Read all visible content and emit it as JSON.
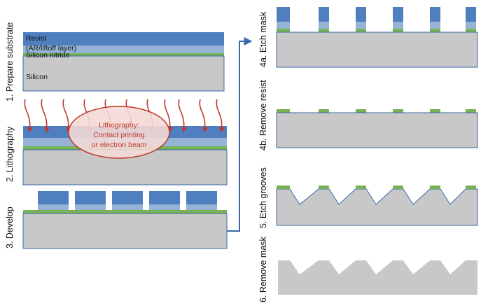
{
  "steps": {
    "s1": "1. Prepare substrate",
    "s2": "2. Lithography",
    "s3": "3. Develop",
    "s4a": "4a. Etch mask",
    "s4b": "4b. Remove resist",
    "s5": "5. Etch grooves",
    "s6": "6. Remove mask"
  },
  "layers": {
    "resist": "Resist",
    "ar": "(AR/liftoff layer)",
    "nitride": "Silicon nitride",
    "silicon": "Silicon"
  },
  "callout": {
    "line1": "Lithography:",
    "line2": "Contact printing",
    "line3": "or electron beam"
  },
  "colors": {
    "resist": "#4f7fbf",
    "ar": "#95b3d7",
    "nitride": "#77b255",
    "silicon": "#c8c8c8",
    "outline": "#3a68a8",
    "arrow_red": "#c0392b",
    "callout_fill": "#f3d9d6"
  }
}
